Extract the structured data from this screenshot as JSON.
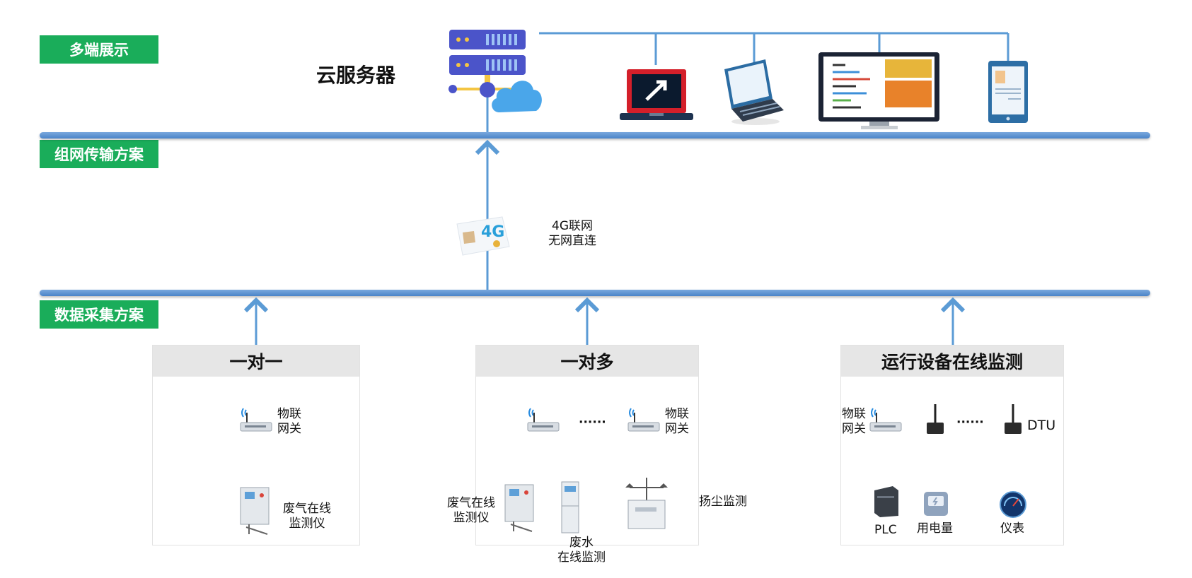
{
  "tags": {
    "display": "多端展示",
    "network": "组网传输方案",
    "collect": "数据采集方案"
  },
  "cloud": {
    "label": "云服务器"
  },
  "network_4g": {
    "line1": "4G联网",
    "line2": "无网直连"
  },
  "boxes": [
    {
      "title": "一对一"
    },
    {
      "title": "一对多"
    },
    {
      "title": "运行设备在线监测"
    }
  ],
  "one_to_one": {
    "gateway_line1": "物联",
    "gateway_line2": "网关",
    "device_line1": "废气在线",
    "device_line2": "监测仪"
  },
  "one_to_many": {
    "ellipsis": "······",
    "gateway_line1": "物联",
    "gateway_line2": "网关",
    "gas_line1": "废气在线",
    "gas_line2": "监测仪",
    "water_line1": "废水",
    "water_line2": "在线监测",
    "dust": "扬尘监测"
  },
  "equipment": {
    "gateway_line1": "物联",
    "gateway_line2": "网关",
    "ellipsis": "······",
    "dtu": "DTU",
    "plc": "PLC",
    "power": "用电量",
    "meter": "仪表"
  },
  "colors": {
    "tag_green": "#1aad5a",
    "bus_blue": "#4a84c8",
    "line_blue": "#5b9bd5"
  },
  "icons": [
    "server-icon",
    "cloud-icon",
    "laptop-red-icon",
    "laptop-icon",
    "monitor-icon",
    "tablet-icon",
    "sim-card-icon",
    "router-icon",
    "gas-analyzer-icon",
    "water-analyzer-icon",
    "dust-monitor-icon",
    "dtu-icon",
    "plc-icon",
    "power-meter-icon",
    "gauge-icon"
  ]
}
